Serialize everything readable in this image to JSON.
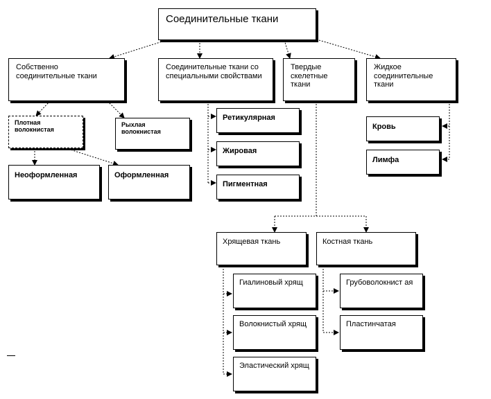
{
  "root": "Соединительные  ткани",
  "categories": {
    "proper": "Собственно соединительные  ткани",
    "special": "Соединительные  ткани со специальными  свойствами",
    "skeletal": "Твердые скелетные ткани",
    "liquid": "Жидкое соединительные ткани"
  },
  "proper_types": {
    "dense": "Плотная волокнистая",
    "loose": "Рыхлая волокнистая",
    "unformed": "Неоформленная",
    "formed": "Оформленная"
  },
  "special_types": [
    "Ретикулярная",
    "Жировая",
    "Пигментная"
  ],
  "liquid_types": [
    "Кровь",
    "Лимфа"
  ],
  "skeletal_types": {
    "cartilage": "Хрящевая ткань",
    "bone": "Костная ткань"
  },
  "cartilage_types": [
    "Гиалиновый хрящ",
    "Волокнистый хрящ",
    "Эластический хрящ"
  ],
  "bone_types": [
    "Грубоволокнист ая",
    "Пластинчатая"
  ]
}
